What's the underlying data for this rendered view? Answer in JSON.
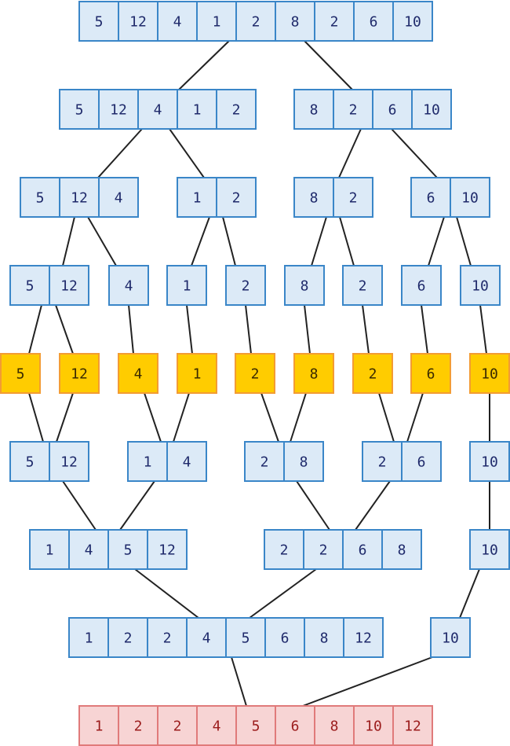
{
  "colors": {
    "split": {
      "fill": "#dceaf7",
      "stroke": "#3a86c8",
      "text": "#1f2a6b"
    },
    "leaf": {
      "fill": "#ffcc00",
      "stroke": "#f39c33",
      "text": "#3a2a00"
    },
    "merge": {
      "fill": "#dceaf7",
      "stroke": "#3a86c8",
      "text": "#1f2a6b"
    },
    "result": {
      "fill": "#f7d4d4",
      "stroke": "#e07a7a",
      "text": "#9b1c1c"
    },
    "edge": "#222222"
  },
  "nodes": [
    {
      "id": "r0",
      "role": "split",
      "values": [
        "5",
        "12",
        "4",
        "1",
        "2",
        "8",
        "2",
        "6",
        "10"
      ]
    },
    {
      "id": "a0",
      "role": "split",
      "values": [
        "5",
        "12",
        "4",
        "1",
        "2"
      ]
    },
    {
      "id": "a1",
      "role": "split",
      "values": [
        "8",
        "2",
        "6",
        "10"
      ]
    },
    {
      "id": "b0",
      "role": "split",
      "values": [
        "5",
        "12",
        "4"
      ]
    },
    {
      "id": "b1",
      "role": "split",
      "values": [
        "1",
        "2"
      ]
    },
    {
      "id": "b2",
      "role": "split",
      "values": [
        "8",
        "2"
      ]
    },
    {
      "id": "b3",
      "role": "split",
      "values": [
        "6",
        "10"
      ]
    },
    {
      "id": "c0",
      "role": "split",
      "values": [
        "5",
        "12"
      ]
    },
    {
      "id": "c1",
      "role": "split",
      "values": [
        "4"
      ]
    },
    {
      "id": "c2",
      "role": "split",
      "values": [
        "1"
      ]
    },
    {
      "id": "c3",
      "role": "split",
      "values": [
        "2"
      ]
    },
    {
      "id": "c4",
      "role": "split",
      "values": [
        "8"
      ]
    },
    {
      "id": "c5",
      "role": "split",
      "values": [
        "2"
      ]
    },
    {
      "id": "c6",
      "role": "split",
      "values": [
        "6"
      ]
    },
    {
      "id": "c7",
      "role": "split",
      "values": [
        "10"
      ]
    },
    {
      "id": "d0",
      "role": "leaf",
      "values": [
        "5"
      ]
    },
    {
      "id": "d1",
      "role": "leaf",
      "values": [
        "12"
      ]
    },
    {
      "id": "d2",
      "role": "leaf",
      "values": [
        "4"
      ]
    },
    {
      "id": "d3",
      "role": "leaf",
      "values": [
        "1"
      ]
    },
    {
      "id": "d4",
      "role": "leaf",
      "values": [
        "2"
      ]
    },
    {
      "id": "d5",
      "role": "leaf",
      "values": [
        "8"
      ]
    },
    {
      "id": "d6",
      "role": "leaf",
      "values": [
        "2"
      ]
    },
    {
      "id": "d7",
      "role": "leaf",
      "values": [
        "6"
      ]
    },
    {
      "id": "d8",
      "role": "leaf",
      "values": [
        "10"
      ]
    },
    {
      "id": "e0",
      "role": "merge",
      "values": [
        "5",
        "12"
      ]
    },
    {
      "id": "e1",
      "role": "merge",
      "values": [
        "1",
        "4"
      ]
    },
    {
      "id": "e2",
      "role": "merge",
      "values": [
        "2",
        "8"
      ]
    },
    {
      "id": "e3",
      "role": "merge",
      "values": [
        "2",
        "6"
      ]
    },
    {
      "id": "e4",
      "role": "merge",
      "values": [
        "10"
      ]
    },
    {
      "id": "f0",
      "role": "merge",
      "values": [
        "1",
        "4",
        "5",
        "12"
      ]
    },
    {
      "id": "f1",
      "role": "merge",
      "values": [
        "2",
        "2",
        "6",
        "8"
      ]
    },
    {
      "id": "f2",
      "role": "merge",
      "values": [
        "10"
      ]
    },
    {
      "id": "g0",
      "role": "merge",
      "values": [
        "1",
        "2",
        "2",
        "4",
        "5",
        "6",
        "8",
        "12"
      ]
    },
    {
      "id": "g1",
      "role": "merge",
      "values": [
        "10"
      ]
    },
    {
      "id": "h0",
      "role": "result",
      "values": [
        "1",
        "2",
        "2",
        "4",
        "5",
        "6",
        "8",
        "10",
        "12"
      ]
    }
  ],
  "edges": [
    [
      "r0",
      "a0"
    ],
    [
      "r0",
      "a1"
    ],
    [
      "a0",
      "b0"
    ],
    [
      "a0",
      "b1"
    ],
    [
      "a1",
      "b2"
    ],
    [
      "a1",
      "b3"
    ],
    [
      "b0",
      "c0"
    ],
    [
      "b0",
      "c1"
    ],
    [
      "b1",
      "c2"
    ],
    [
      "b1",
      "c3"
    ],
    [
      "b2",
      "c4"
    ],
    [
      "b2",
      "c5"
    ],
    [
      "b3",
      "c6"
    ],
    [
      "b3",
      "c7"
    ],
    [
      "c0",
      "d0"
    ],
    [
      "c0",
      "d1"
    ],
    [
      "c1",
      "d2"
    ],
    [
      "c2",
      "d3"
    ],
    [
      "c3",
      "d4"
    ],
    [
      "c4",
      "d5"
    ],
    [
      "c5",
      "d6"
    ],
    [
      "c6",
      "d7"
    ],
    [
      "c7",
      "d8"
    ],
    [
      "d0",
      "e0"
    ],
    [
      "d1",
      "e0"
    ],
    [
      "d2",
      "e1"
    ],
    [
      "d3",
      "e1"
    ],
    [
      "d4",
      "e2"
    ],
    [
      "d5",
      "e2"
    ],
    [
      "d6",
      "e3"
    ],
    [
      "d7",
      "e3"
    ],
    [
      "d8",
      "e4"
    ],
    [
      "e0",
      "f0"
    ],
    [
      "e1",
      "f0"
    ],
    [
      "e2",
      "f1"
    ],
    [
      "e3",
      "f1"
    ],
    [
      "e4",
      "f2"
    ],
    [
      "f0",
      "g0"
    ],
    [
      "f1",
      "g0"
    ],
    [
      "f2",
      "g1"
    ],
    [
      "g0",
      "h0"
    ],
    [
      "g1",
      "h0"
    ]
  ]
}
